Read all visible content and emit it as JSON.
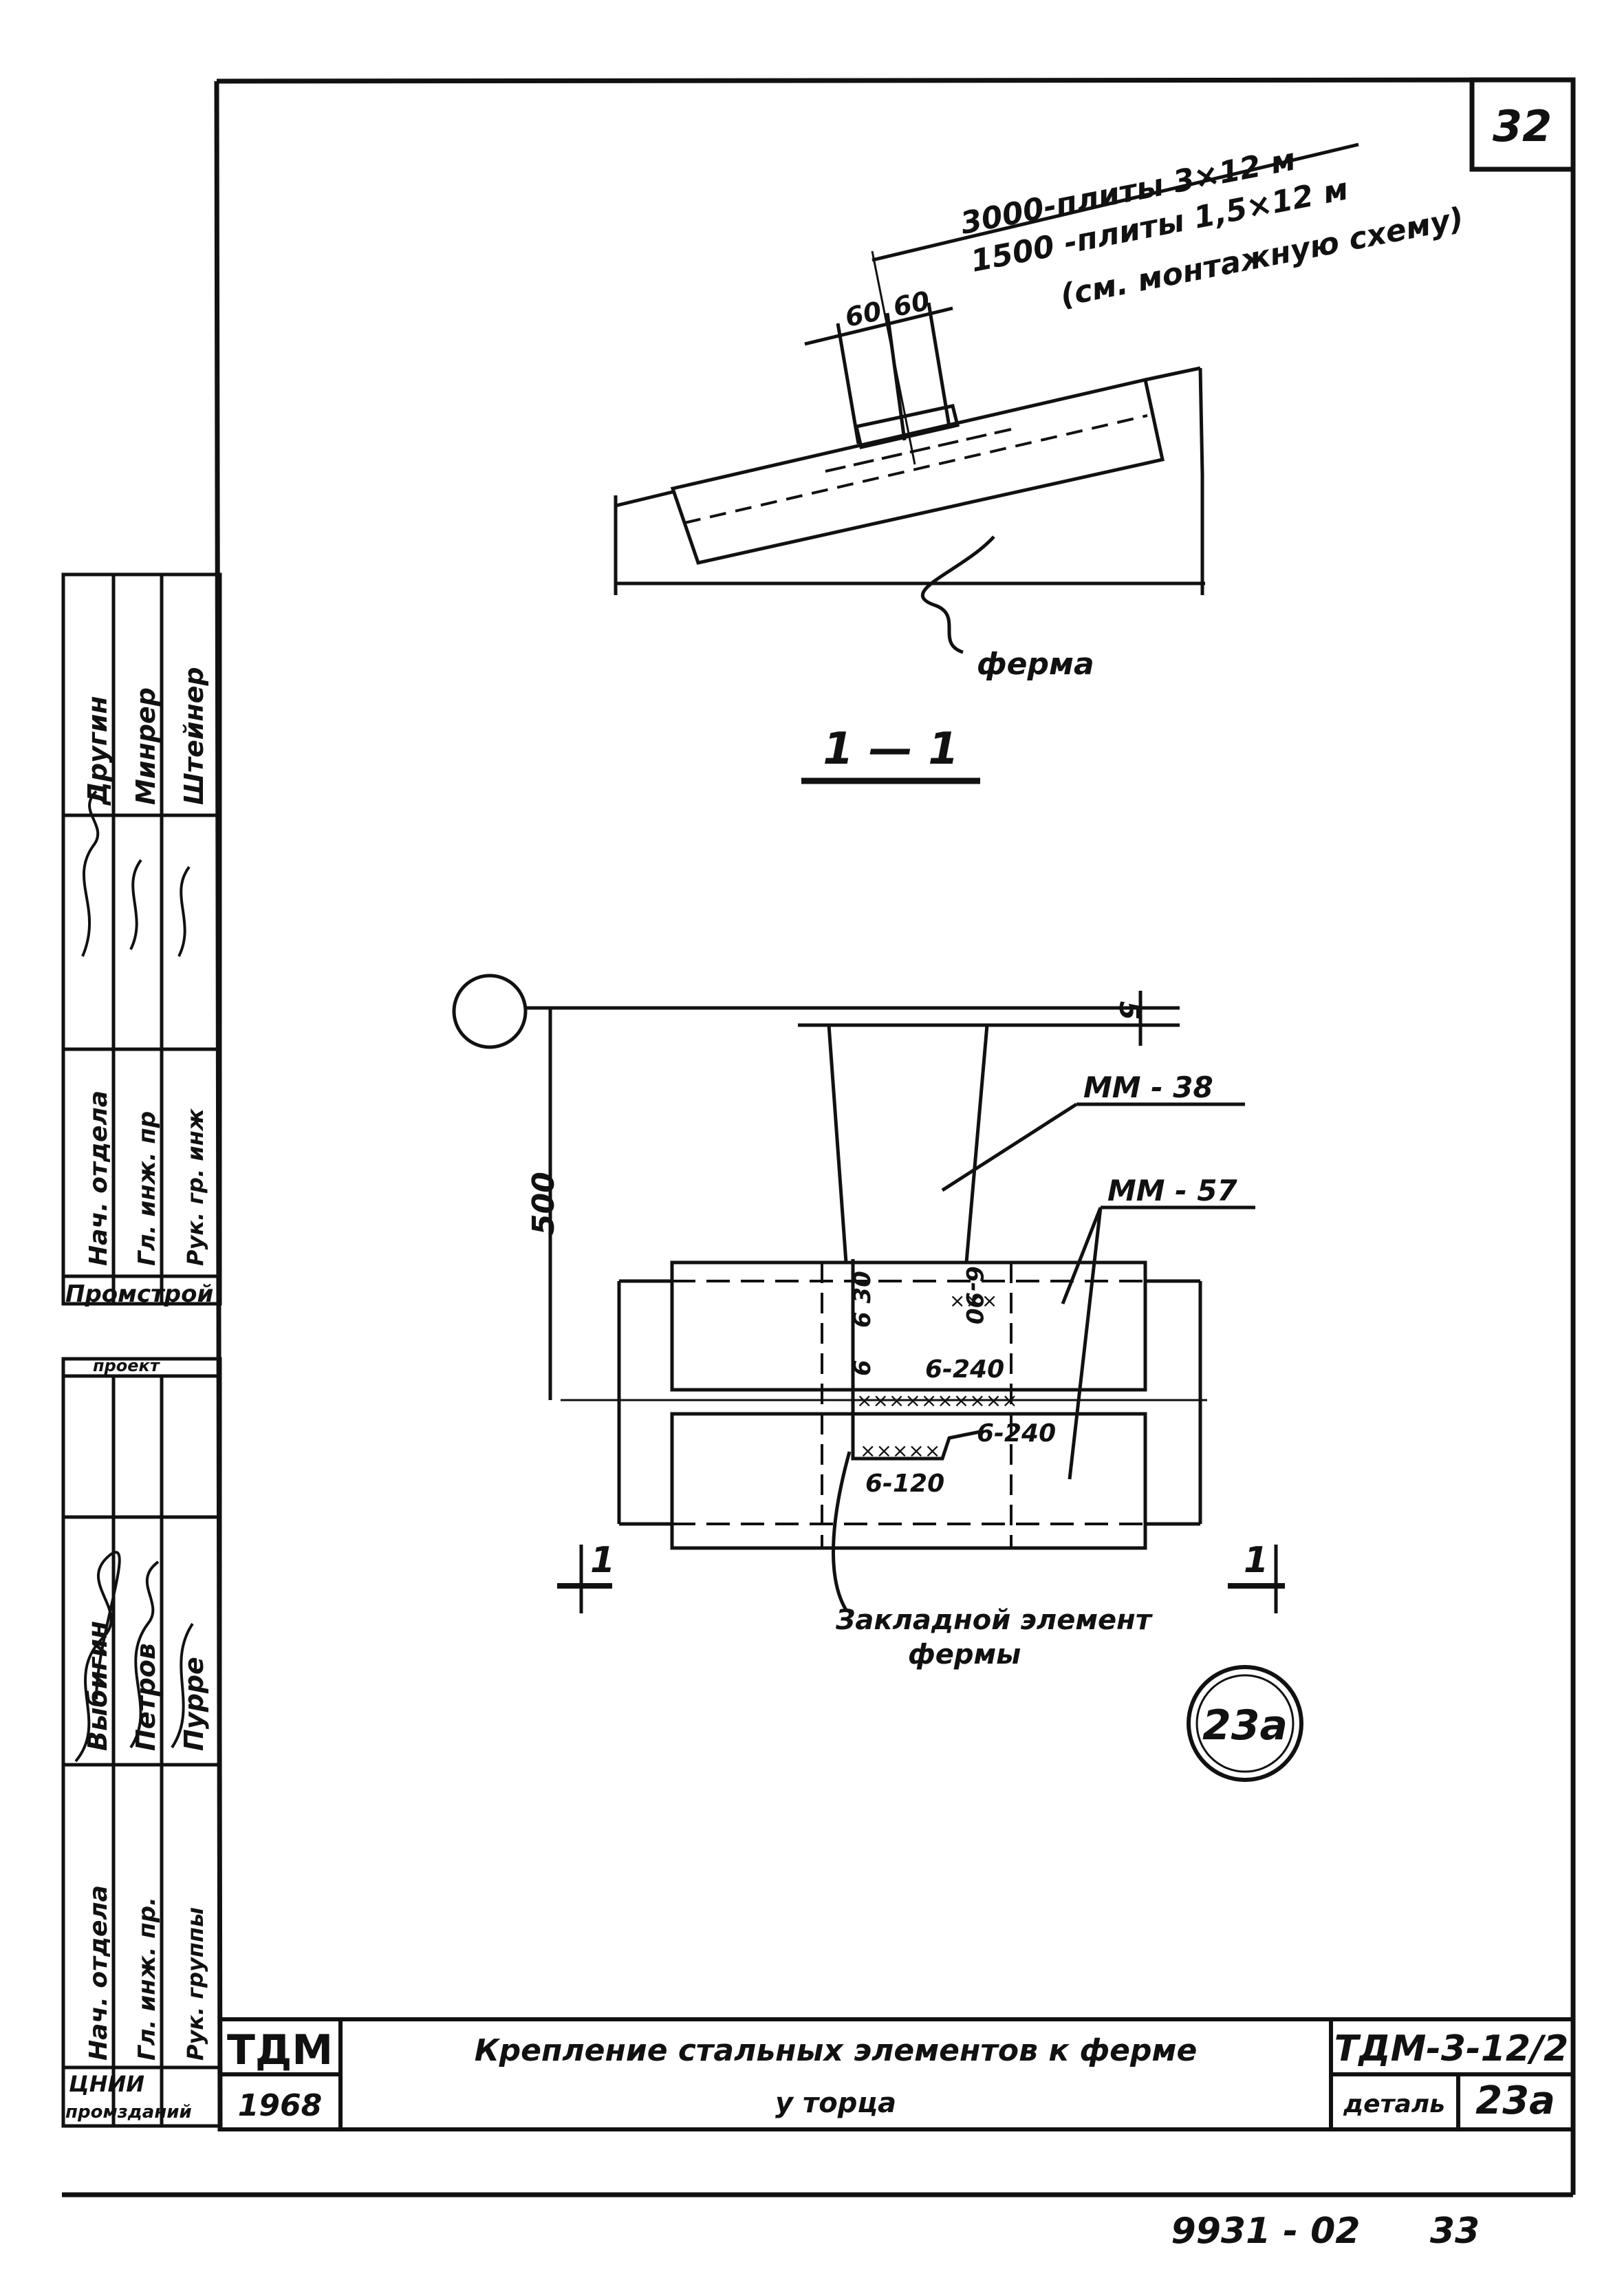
{
  "sheet": {
    "number": "32",
    "footer_code": "9931 - 02",
    "footer_page": "33"
  },
  "top_view": {
    "note_line1": "3000-плиты 3×12 м",
    "note_line2": "1500 -плиты 1,5×12 м",
    "note_line3": "(см. монтажную схему)",
    "dim_a": "60",
    "dim_b": "60",
    "label_truss": "ферма",
    "section_label": "1 — 1"
  },
  "plan_view": {
    "dim_height": "500",
    "dim_gap": "5",
    "label_mm38": "ММ - 38",
    "label_mm57": "ММ - 57",
    "weld_6_30": "6  30",
    "weld_6_90": "6-90",
    "weld_6": "6",
    "weld_6_240_upper": "6-240",
    "weld_6_240_lower": "6-240",
    "weld_6_120": "6-120",
    "cut_mark_left": "1",
    "cut_mark_right": "1",
    "embed_label_line1": "Закладной элемент",
    "embed_label_line2": "фермы",
    "detail_mark": "23а"
  },
  "side_stamp": {
    "upper": {
      "roles": [
        "Нач. отдела",
        "Гл. инж. пр",
        "Рук. гр. инж"
      ],
      "names": [
        "Другин",
        "Минрер",
        "Штейнер"
      ],
      "org": "Промстрой"
    },
    "lower": {
      "org": "проект",
      "roles": [
        "Нач. отдела",
        "Гл. инж. пр.",
        "Рук. группы"
      ],
      "names": [
        "Выбигин",
        "Петров",
        "Пурре"
      ],
      "org2_line1": "ЦНИИ",
      "org2_line2": "промзданий"
    }
  },
  "title_block": {
    "org": "ТДМ",
    "year": "1968",
    "title_line1": "Крепление стальных элементов к ферме",
    "title_line2": "у торца",
    "code": "ТДМ-3-12/2",
    "detail_label": "деталь",
    "detail_value": "23а"
  }
}
